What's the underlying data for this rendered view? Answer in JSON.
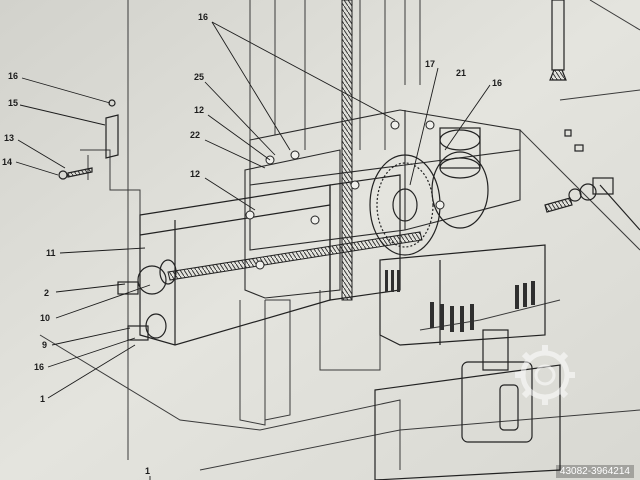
{
  "labels": {
    "l16_top": "16",
    "l17": "17",
    "l21": "21",
    "l16_right": "16",
    "l25": "25",
    "l12_a": "12",
    "l22": "22",
    "l12_b": "12",
    "l16_left": "16",
    "l15": "15",
    "l13": "13",
    "l14": "14",
    "l11": "11",
    "l2": "2",
    "l10": "10",
    "l9": "9",
    "l16_bottom": "16",
    "l1_a": "1",
    "l1_b": "1"
  },
  "watermark": {
    "id": "43082-3964214",
    "logo": "gear-logo"
  },
  "colors": {
    "paper": "#dcdcd6",
    "line": "#2a2a2a",
    "shade": "#2f2f2f"
  }
}
